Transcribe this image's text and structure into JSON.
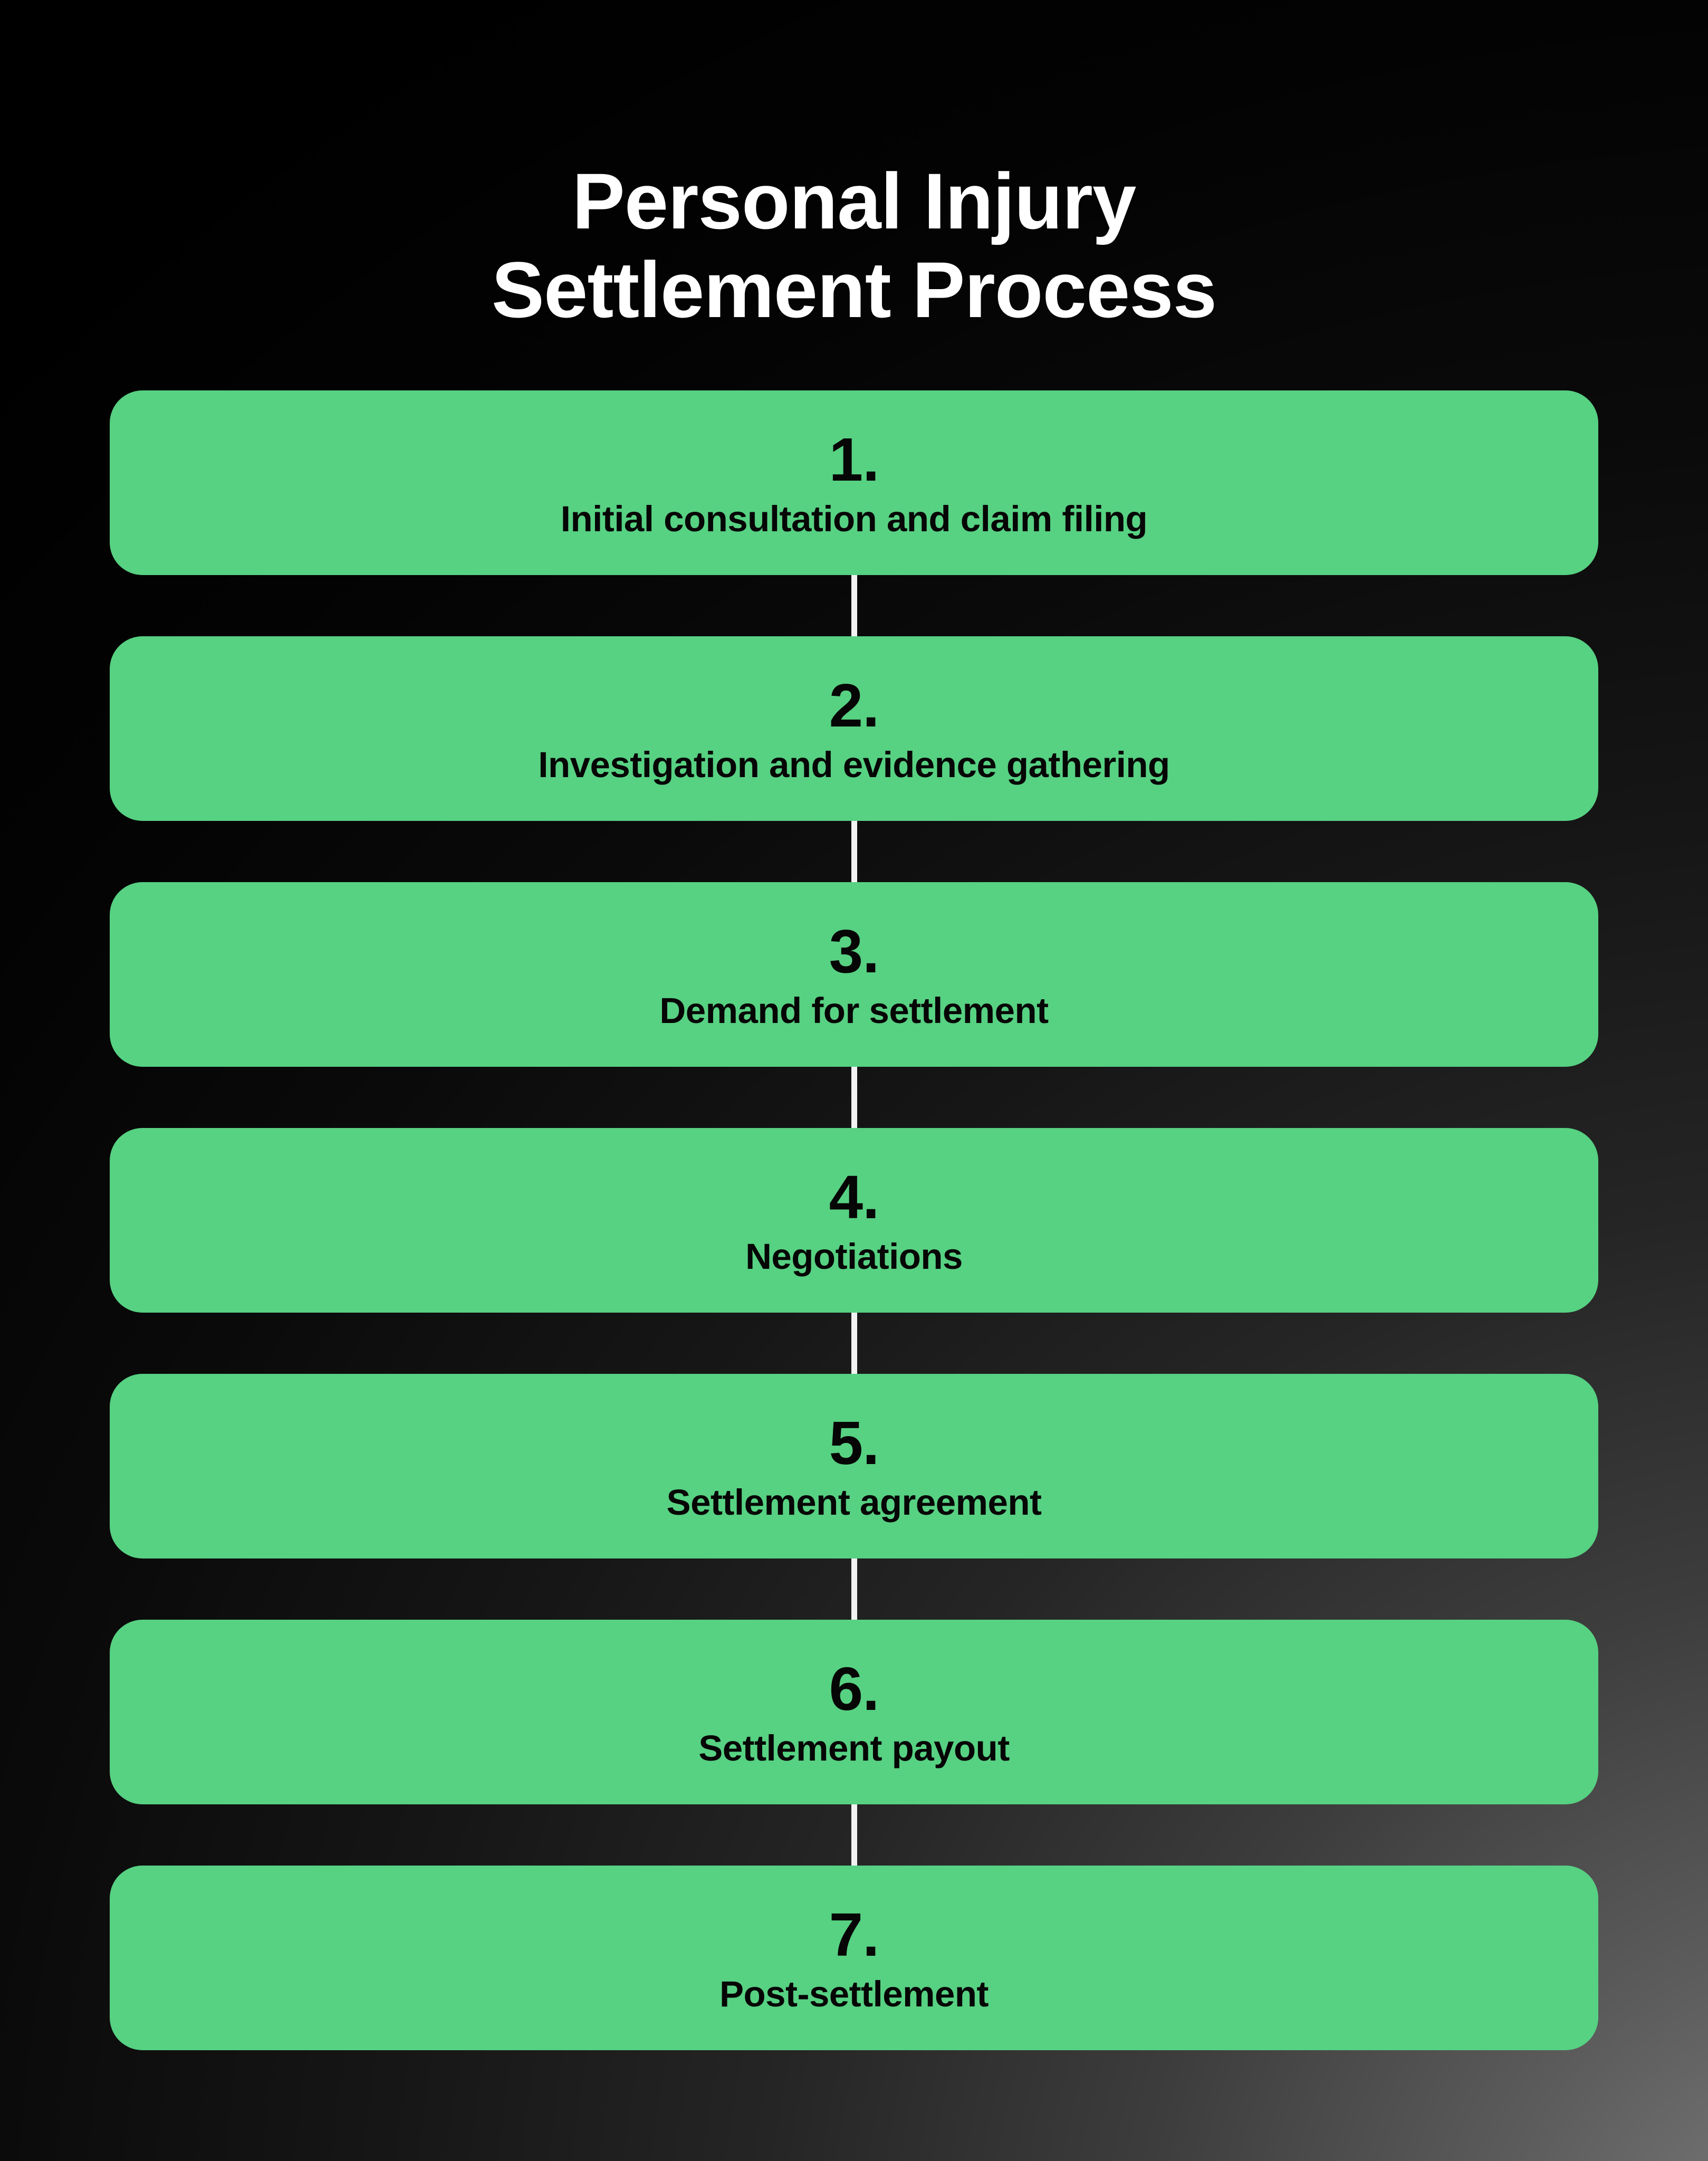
{
  "page": {
    "background_color": "#000000",
    "accent_color": "#57d182",
    "title_color": "#ffffff",
    "step_text_color": "#060606",
    "connector_color": "#f2f2f2"
  },
  "header": {
    "title": "Personal Injury\nSettlement Process",
    "title_line_1": "Personal Injury",
    "title_line_2": "Settlement Process"
  },
  "flow": {
    "steps": [
      {
        "number": "1.",
        "label": "Initial consultation and claim filing"
      },
      {
        "number": "2.",
        "label": "Investigation and evidence gathering"
      },
      {
        "number": "3.",
        "label": "Demand for settlement"
      },
      {
        "number": "4.",
        "label": "Negotiations"
      },
      {
        "number": "5.",
        "label": "Settlement agreement"
      },
      {
        "number": "6.",
        "label": "Settlement payout"
      },
      {
        "number": "7.",
        "label": "Post-settlement"
      }
    ]
  }
}
